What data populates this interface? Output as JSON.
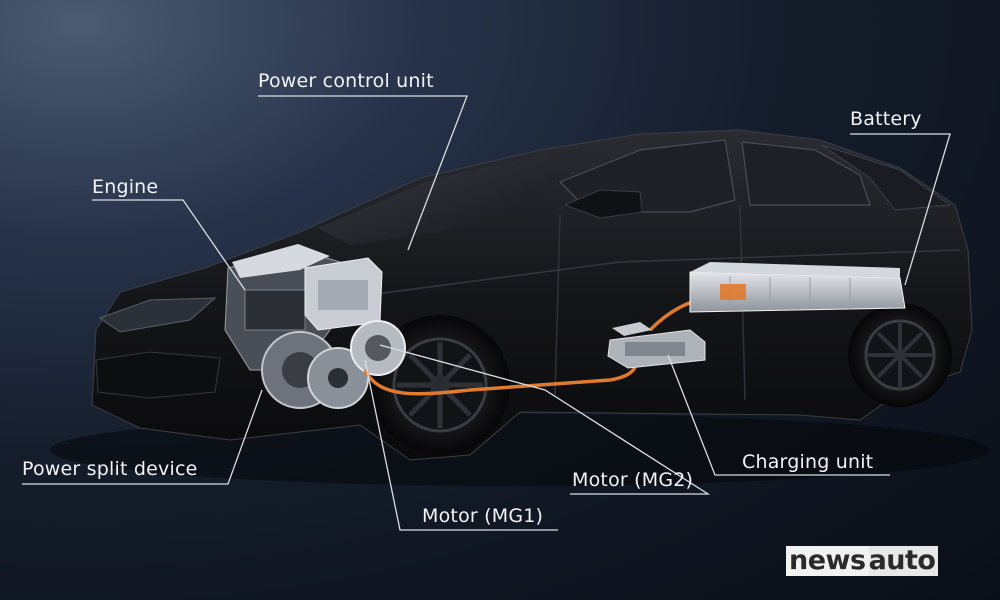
{
  "labels": {
    "power_control_unit": "Power control unit",
    "battery": "Battery",
    "engine": "Engine",
    "power_split_device": "Power split device",
    "motor_mg2": "Motor (MG2)",
    "charging_unit": "Charging unit",
    "motor_mg1": "Motor (MG1)"
  },
  "logo": {
    "part1": "news",
    "part2": "auto"
  },
  "colors": {
    "background": "#141c2a",
    "car_body": "#141416",
    "leader_line": "#d9dde3",
    "cable": "#e07a2e",
    "component": "#b9bec6"
  }
}
